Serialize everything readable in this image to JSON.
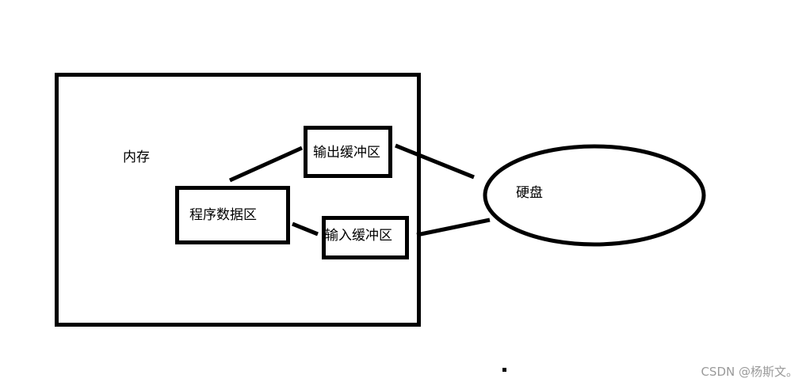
{
  "diagram": {
    "memory_label": "内存",
    "program_data_label": "程序数据区",
    "output_buffer_label": "输出缓冲区",
    "input_buffer_label": "输入缓冲区",
    "disk_label": "硬盘"
  },
  "watermark": "CSDN @杨斯文。",
  "colors": {
    "stroke": "#000000",
    "background": "#ffffff",
    "watermark": "#9a9a9a"
  }
}
